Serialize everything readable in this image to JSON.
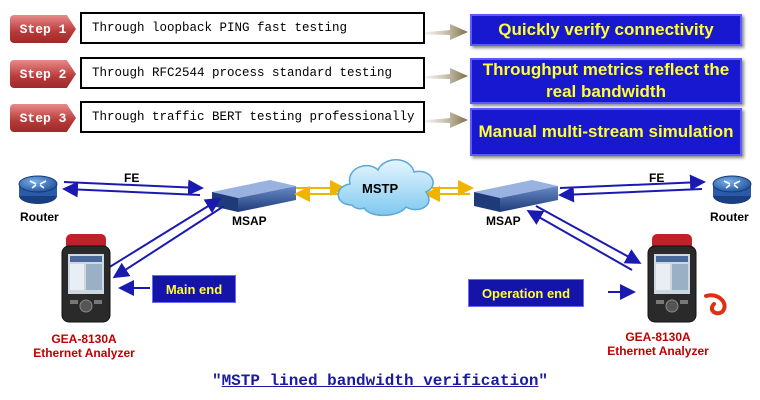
{
  "steps": [
    {
      "badge": "Step 1",
      "text": "Through loopback PING fast testing"
    },
    {
      "badge": "Step 2",
      "text": "Through RFC2544 process standard testing"
    },
    {
      "badge": "Step 3",
      "text": "Through traffic BERT testing professionally"
    }
  ],
  "benefits": [
    "Quickly verify connectivity",
    "Throughput metrics reflect the real bandwidth",
    "Manual multi-stream simulation"
  ],
  "network": {
    "router_left": "Router",
    "router_right": "Router",
    "fe_left": "FE",
    "fe_right": "FE",
    "msap_left": "MSAP",
    "msap_right": "MSAP",
    "cloud": "MSTP",
    "main_end": "Main end",
    "operation_end": "Operation end",
    "analyzer_left_line1": "GEA-8130A",
    "analyzer_left_line2": "Ethernet Analyzer",
    "analyzer_right_line1": "GEA-8130A",
    "analyzer_right_line2": "Ethernet Analyzer"
  },
  "caption": {
    "open_quote": "\"",
    "title": "MSTP lined bandwidth verification",
    "close_quote": "\""
  },
  "colors": {
    "step_badge": "#b83a3a",
    "benefit_bg": "#1818d0",
    "benefit_text": "#ffff33",
    "link_blue": "#1a1ab0",
    "link_yellow": "#f0b400",
    "analyzer_label": "#c00000"
  }
}
